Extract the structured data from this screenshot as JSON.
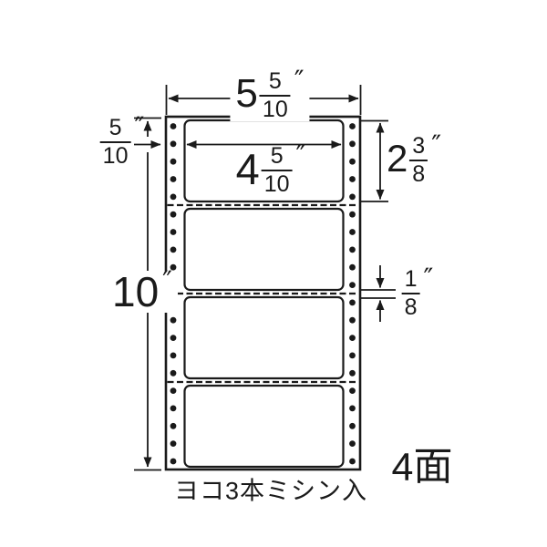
{
  "canvas": {
    "background": "#ffffff",
    "line_color": "#1a1a1a"
  },
  "diagram": {
    "sheet": {
      "labels": 4,
      "horizontal_perforations": 3,
      "tractor_holes_per_side": 20
    },
    "dims": {
      "sheet_width": {
        "whole": "5",
        "num": "5",
        "den": "10",
        "unit": "″"
      },
      "left_margin": {
        "num": "5",
        "den": "10",
        "unit": "″"
      },
      "sheet_height": {
        "whole": "10",
        "unit": "″"
      },
      "label_width": {
        "whole": "4",
        "num": "5",
        "den": "10",
        "unit": "″"
      },
      "label_height": {
        "whole": "2",
        "num": "3",
        "den": "8",
        "unit": "″"
      },
      "row_gap": {
        "num": "1",
        "den": "8",
        "unit": "″"
      }
    },
    "captions": {
      "perforation_note": "ヨコ3本ミシン入",
      "face_count": "4面"
    }
  }
}
